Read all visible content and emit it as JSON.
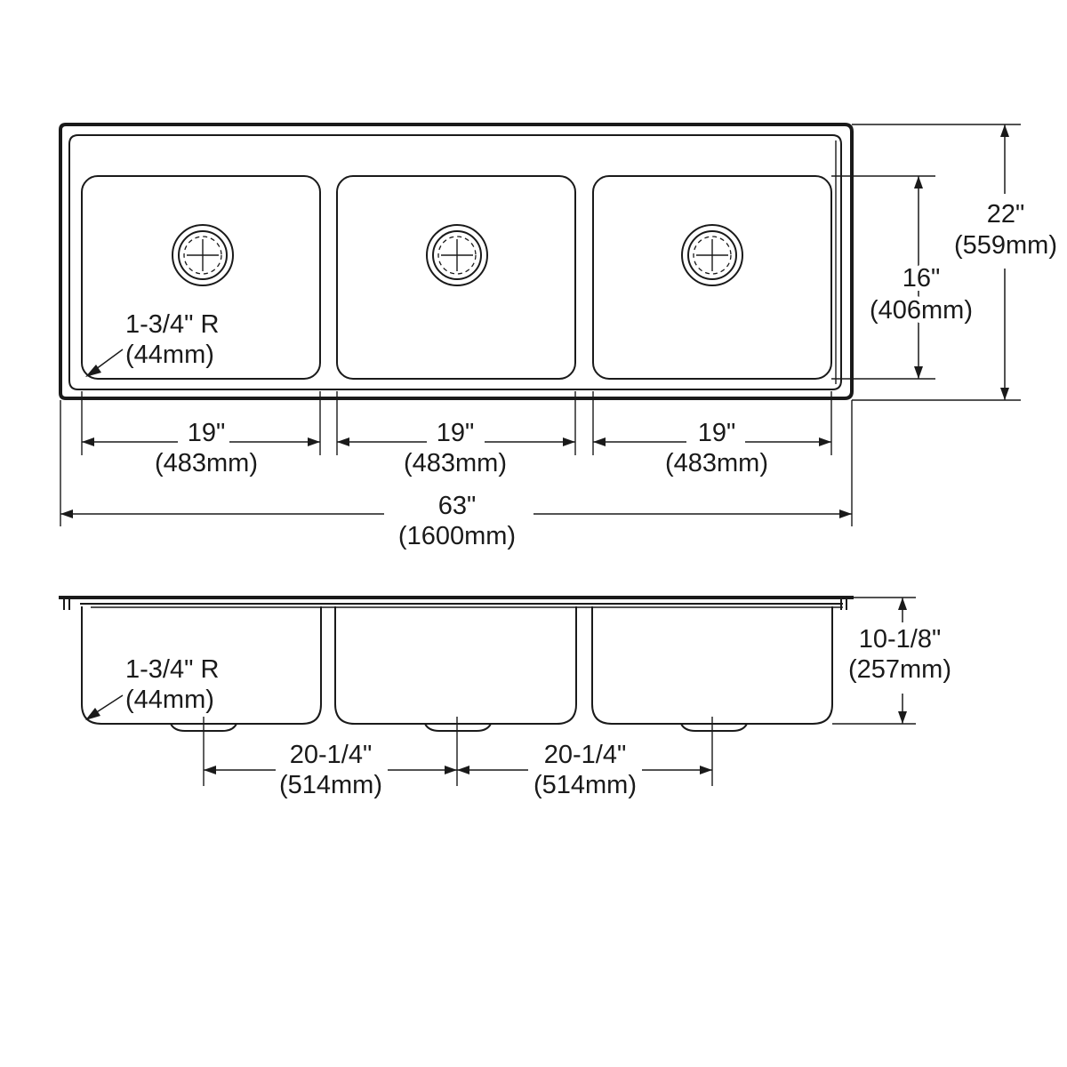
{
  "top_view": {
    "overall_width": {
      "imperial": "63\"",
      "metric": "(1600mm)"
    },
    "overall_depth": {
      "imperial": "22\"",
      "metric": "(559mm)"
    },
    "bowl_depth": {
      "imperial": "16\"",
      "metric": "(406mm)"
    },
    "corner_radius": {
      "imperial": "1-3/4\" R",
      "metric": "(44mm)"
    },
    "bowls": [
      {
        "imperial": "19\"",
        "metric": "(483mm)"
      },
      {
        "imperial": "19\"",
        "metric": "(483mm)"
      },
      {
        "imperial": "19\"",
        "metric": "(483mm)"
      }
    ]
  },
  "front_view": {
    "height": {
      "imperial": "10-1/8\"",
      "metric": "(257mm)"
    },
    "corner_radius": {
      "imperial": "1-3/4\" R",
      "metric": "(44mm)"
    },
    "drain_spacing": [
      {
        "imperial": "20-1/4\"",
        "metric": "(514mm)"
      },
      {
        "imperial": "20-1/4\"",
        "metric": "(514mm)"
      }
    ]
  }
}
